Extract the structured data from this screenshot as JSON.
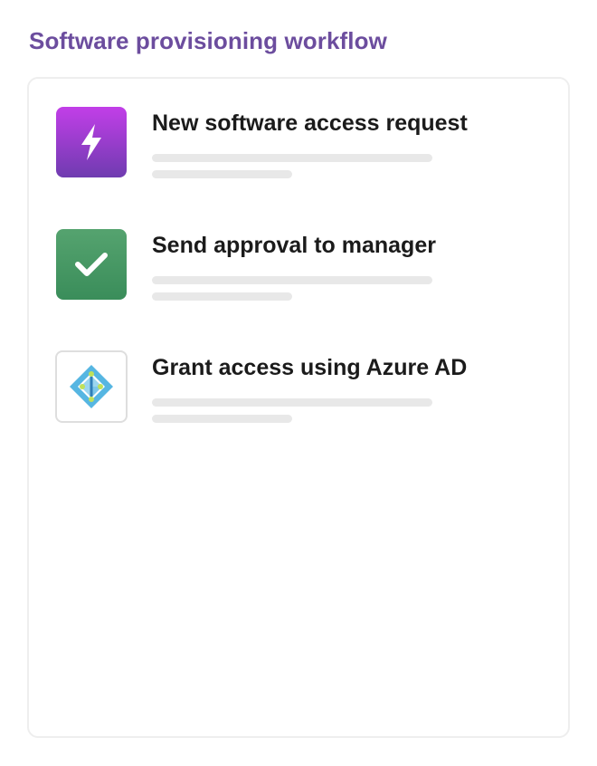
{
  "header": {
    "title": "Software provisioning workflow"
  },
  "workflow": {
    "steps": [
      {
        "label": "New software access request",
        "icon": "lightning-bolt-icon",
        "color": "#9b3fd6"
      },
      {
        "label": "Send approval to manager",
        "icon": "checkmark-icon",
        "color": "#46985f"
      },
      {
        "label": "Grant access using Azure AD",
        "icon": "azure-ad-icon",
        "color": "#4fb3e0"
      }
    ]
  },
  "colors": {
    "title": "#6c4d9e",
    "placeholder_bar": "#e8e8e8",
    "card_border": "#eeeeee"
  }
}
